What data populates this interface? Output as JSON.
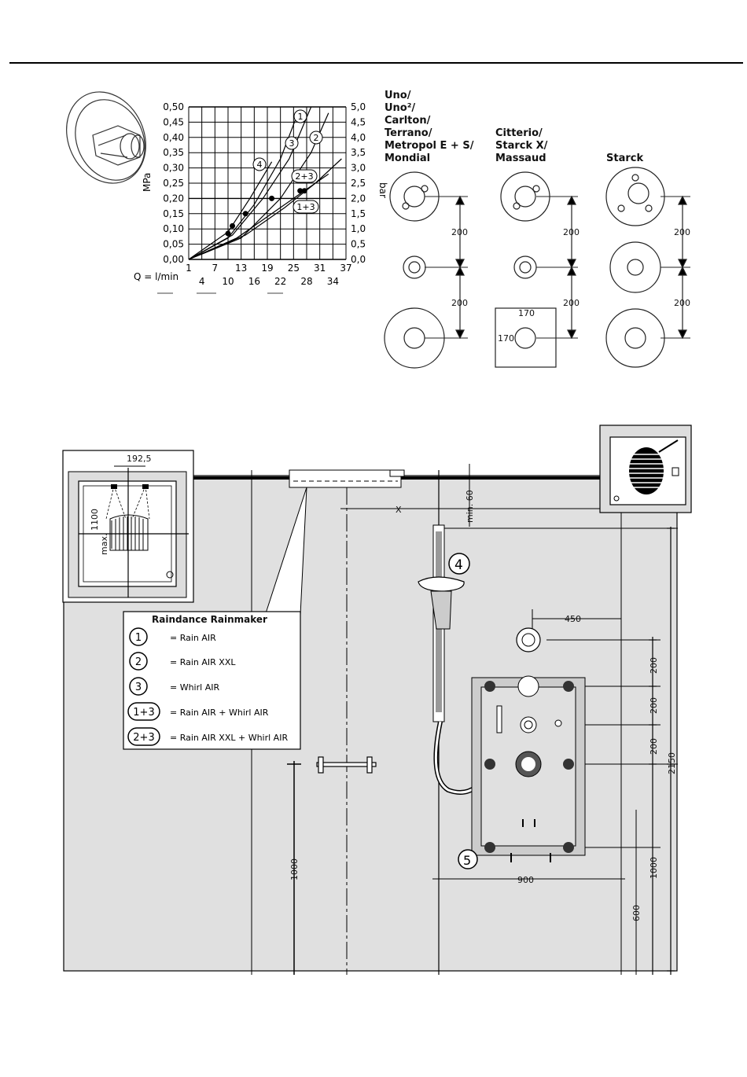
{
  "chart": {
    "y_left_label": "MPa",
    "y_right_label": "bar",
    "x_label": "Q = l/min",
    "y_left_ticks": [
      "0,00",
      "0,05",
      "0,10",
      "0,15",
      "0,20",
      "0,25",
      "0,30",
      "0,35",
      "0,40",
      "0,45",
      "0,50"
    ],
    "y_right_ticks": [
      "0,0",
      "0,5",
      "1,0",
      "1,5",
      "2,0",
      "2,5",
      "3,0",
      "3,5",
      "4,0",
      "4,5",
      "5,0"
    ],
    "x_ticks_top": [
      "1",
      "7",
      "13",
      "19",
      "25",
      "31",
      "37"
    ],
    "x_ticks_bottom": [
      "4",
      "10",
      "16",
      "22",
      "28",
      "34"
    ],
    "curve_labels": [
      "1",
      "2",
      "3",
      "4",
      "2+3",
      "1+3"
    ]
  },
  "chart_data": {
    "type": "line",
    "xlabel": "Q = l/min",
    "ylabel": "MPa",
    "ylabel_right": "bar",
    "xlim": [
      1,
      37
    ],
    "ylim": [
      0,
      0.5
    ],
    "series": [
      {
        "name": "1",
        "x": [
          1,
          10,
          16,
          22,
          26
        ],
        "y": [
          0.0,
          0.07,
          0.18,
          0.33,
          0.48
        ]
      },
      {
        "name": "2",
        "x": [
          1,
          13,
          22,
          29,
          33
        ],
        "y": [
          0.0,
          0.07,
          0.2,
          0.35,
          0.48
        ]
      },
      {
        "name": "3",
        "x": [
          1,
          11,
          18,
          24,
          29
        ],
        "y": [
          0.0,
          0.08,
          0.2,
          0.33,
          0.5
        ]
      },
      {
        "name": "4",
        "x": [
          1,
          10,
          15,
          20
        ],
        "y": [
          0.0,
          0.09,
          0.2,
          0.32
        ]
      },
      {
        "name": "2+3",
        "x": [
          1,
          14,
          23,
          30,
          36
        ],
        "y": [
          0.0,
          0.08,
          0.17,
          0.25,
          0.33
        ]
      },
      {
        "name": "1+3",
        "x": [
          1,
          12,
          20,
          27,
          33
        ],
        "y": [
          0.0,
          0.07,
          0.15,
          0.22,
          0.28
        ]
      }
    ],
    "points": [
      {
        "x": 10,
        "y": 0.085
      },
      {
        "x": 11,
        "y": 0.11
      },
      {
        "x": 14,
        "y": 0.15
      },
      {
        "x": 20,
        "y": 0.2
      },
      {
        "x": 26.5,
        "y": 0.225
      },
      {
        "x": 27.5,
        "y": 0.225
      }
    ]
  },
  "valve_groups": {
    "group1_lines": [
      "Uno/",
      "Uno²/",
      "Carlton/",
      "Terrano/",
      "Metropol E + S/",
      "Mondial"
    ],
    "group2_lines": [
      "Citterio/",
      "Starck X/",
      "Massaud"
    ],
    "group3_lines": [
      "Starck"
    ],
    "dim_200": "200",
    "dim_170": "170"
  },
  "legend": {
    "title": "Raindance Rainmaker",
    "items": [
      {
        "symbol": "1",
        "text": "= Rain AIR"
      },
      {
        "symbol": "2",
        "text": "= Rain AIR XXL"
      },
      {
        "symbol": "3",
        "text": "= Whirl AIR"
      },
      {
        "symbol": "1+3",
        "text": "= Rain AIR + Whirl AIR"
      },
      {
        "symbol": "2+3",
        "text": "= Rain AIR XXL + Whirl AIR"
      }
    ]
  },
  "install": {
    "dim_192_5": "192,5",
    "dim_1100": "1100",
    "dim_max": "max.",
    "dim_x": "X",
    "dim_min60": "min. 60",
    "dim_450": "450",
    "dim_200": "200",
    "dim_2150": "2150",
    "dim_1000": "1000",
    "dim_900": "900",
    "dim_600": "600",
    "marker_4": "4",
    "marker_5": "5"
  }
}
